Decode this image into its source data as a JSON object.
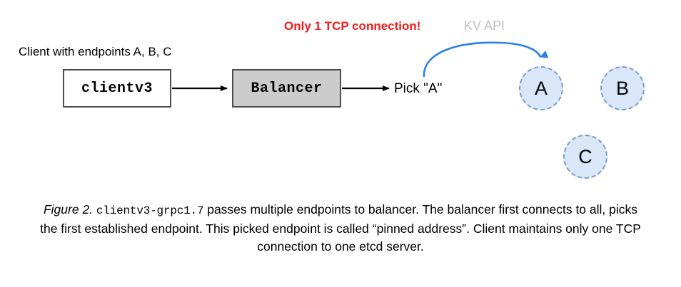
{
  "figure": {
    "title_prefix": "Figure 2.",
    "caption_mono": "clientv3-grpc1.7",
    "caption_rest": " passes multiple endpoints to balancer. The balancer first connects to all, picks the first established endpoint. This picked endpoint is called “pinned address”. Client maintains only one TCP connection to one etcd server."
  },
  "diagram": {
    "client_label": "Client with endpoints A, B, C",
    "warning_label": "Only 1 TCP connection!",
    "kv_api_label": "KV API",
    "pick_label": "Pick \"A\"",
    "boxes": [
      {
        "id": "clientv3",
        "label": "clientv3",
        "fill": "#ffffff"
      },
      {
        "id": "balancer",
        "label": "Balancer",
        "fill": "#cccccc"
      }
    ],
    "endpoints": [
      {
        "id": "a",
        "label": "A"
      },
      {
        "id": "b",
        "label": "B"
      },
      {
        "id": "c",
        "label": "C"
      }
    ],
    "colors": {
      "warning_red": "#f61a19",
      "kv_api_gray": "#bfbfbf",
      "arrow_blue": "#2a7fe8",
      "endpoint_fill": "#d9e7f9",
      "endpoint_border": "#7a9cc6",
      "box_border": "#4d4d4d",
      "balancer_fill": "#cccccc"
    }
  }
}
